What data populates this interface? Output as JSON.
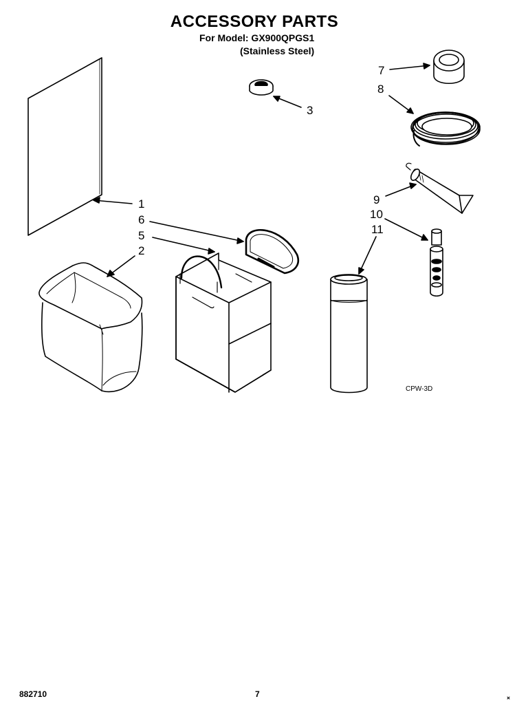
{
  "header": {
    "title": "ACCESSORY PARTS",
    "model_line": "For Model: GX900QPGS1",
    "variant_line": "(Stainless Steel)"
  },
  "callouts": {
    "c1": "1",
    "c2": "2",
    "c3": "3",
    "c5": "5",
    "c6": "6",
    "c7": "7",
    "c8": "8",
    "c9": "9",
    "c10": "10",
    "c11": "11"
  },
  "diagram_code": "CPW-3D",
  "footer": {
    "doc_number": "882710",
    "page_number": "7"
  }
}
